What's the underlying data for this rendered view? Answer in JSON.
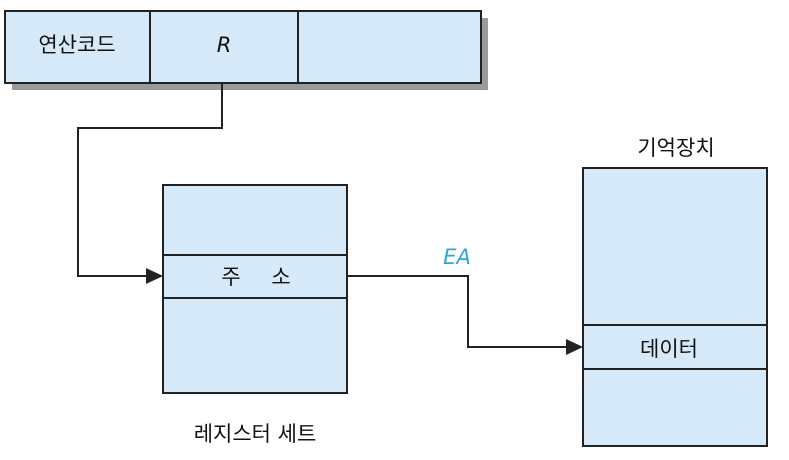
{
  "instruction": {
    "opcode_label": "연산코드",
    "register_field_label": "R",
    "address_field_label": ""
  },
  "register_set": {
    "caption": "레지스터 세트",
    "address_row_label": "주 소"
  },
  "memory": {
    "title": "기억장치",
    "data_row_label": "데이터"
  },
  "effective_address_label": "EA",
  "colors": {
    "box_fill": "#d6e9f8",
    "line": "#222222",
    "shadow": "#9a9a9a",
    "accent": "#2aa6e0"
  }
}
